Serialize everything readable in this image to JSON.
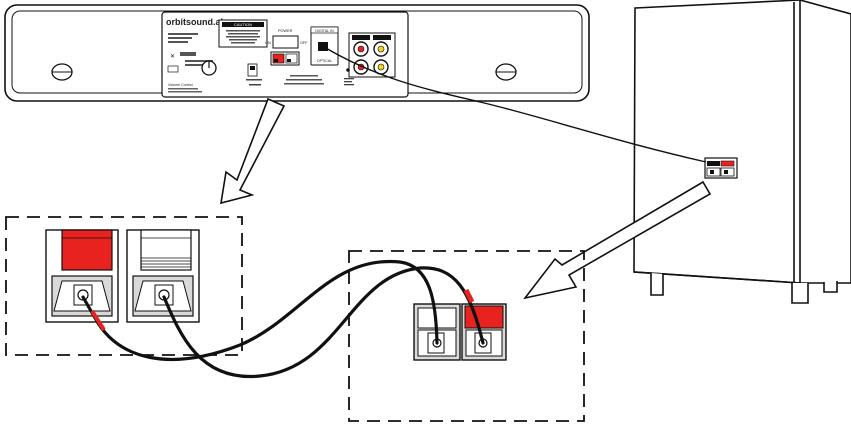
{
  "soundbar": {
    "brand": "orbitsound.air",
    "caution_title": "CAUTION",
    "power_label": "POWER",
    "on_label": "ON",
    "off_label": "OFF",
    "digital_in_label": "DIGITAL IN",
    "optical_label": "OPTICAL",
    "volume_label": "Volume Control"
  },
  "colors": {
    "line": "#111111",
    "red_terminal": "#e8231f",
    "panel_fill": "#ffffff",
    "terminal_fill": "#d9d9d9"
  },
  "icons": [
    "arrow-down-left-icon",
    "arrow-down-left-icon",
    "speaker-terminal-icon",
    "rca-jack-icon",
    "optical-port-icon",
    "volume-knob-icon"
  ]
}
